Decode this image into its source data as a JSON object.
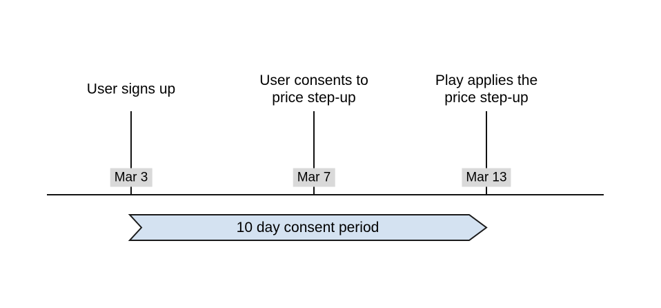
{
  "colors": {
    "canvas_bg": "#ffffff",
    "line": "#111111",
    "banner_fill": "#d4e2f1",
    "banner_stroke": "#1a1a1a",
    "date_label_bg": "#d9d9d9",
    "text": "#000000"
  },
  "events": [
    {
      "label": "User signs up",
      "date": "Mar 3"
    },
    {
      "label": "User consents to\nprice step-up",
      "date": "Mar 7"
    },
    {
      "label": "Play applies the\nprice step-up",
      "date": "Mar 13"
    }
  ],
  "banner": {
    "label": "10 day consent period"
  }
}
